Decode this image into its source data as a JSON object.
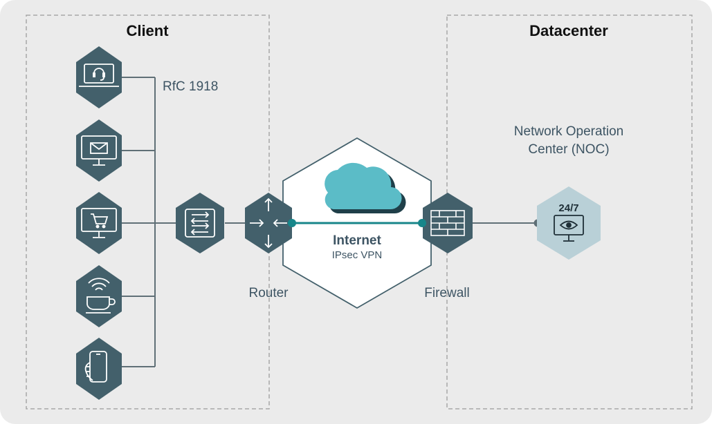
{
  "client": {
    "title": "Client",
    "rfc_label": "RfC 1918"
  },
  "datacenter": {
    "title": "Datacenter",
    "noc_line1": "Network Operation",
    "noc_line2": "Center (NOC)",
    "noc_badge": "24/7"
  },
  "internet": {
    "title": "Internet",
    "subtitle": "IPsec VPN"
  },
  "router": {
    "label": "Router"
  },
  "firewall": {
    "label": "Firewall"
  },
  "colors": {
    "background": "#ebebeb",
    "hex_dark": "#43606b",
    "hex_light": "#b9d0d7",
    "teal_line": "#17868a",
    "cloud": "#5bbcc7",
    "cloud_shadow": "#1f3f49",
    "dashed_border": "#a8a8a8",
    "connector": "#5f6f76"
  },
  "devices": [
    {
      "name": "headset-laptop-icon"
    },
    {
      "name": "mail-monitor-icon"
    },
    {
      "name": "cart-monitor-icon"
    },
    {
      "name": "wifi-coffee-icon"
    },
    {
      "name": "smartphone-hand-icon"
    }
  ]
}
